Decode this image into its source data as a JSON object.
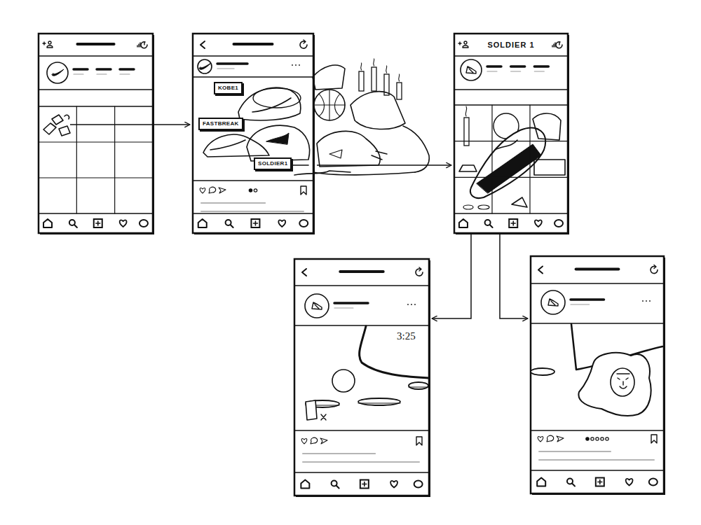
{
  "diagram": {
    "nodes": [
      {
        "text": [
          "KOBE1"
        ]
      },
      {
        "text": [
          "FASTBREAK"
        ]
      },
      {
        "text": [
          "SOLDIER1"
        ]
      }
    ],
    "labels": [
      "SOLDIER 1",
      "3:25"
    ]
  }
}
